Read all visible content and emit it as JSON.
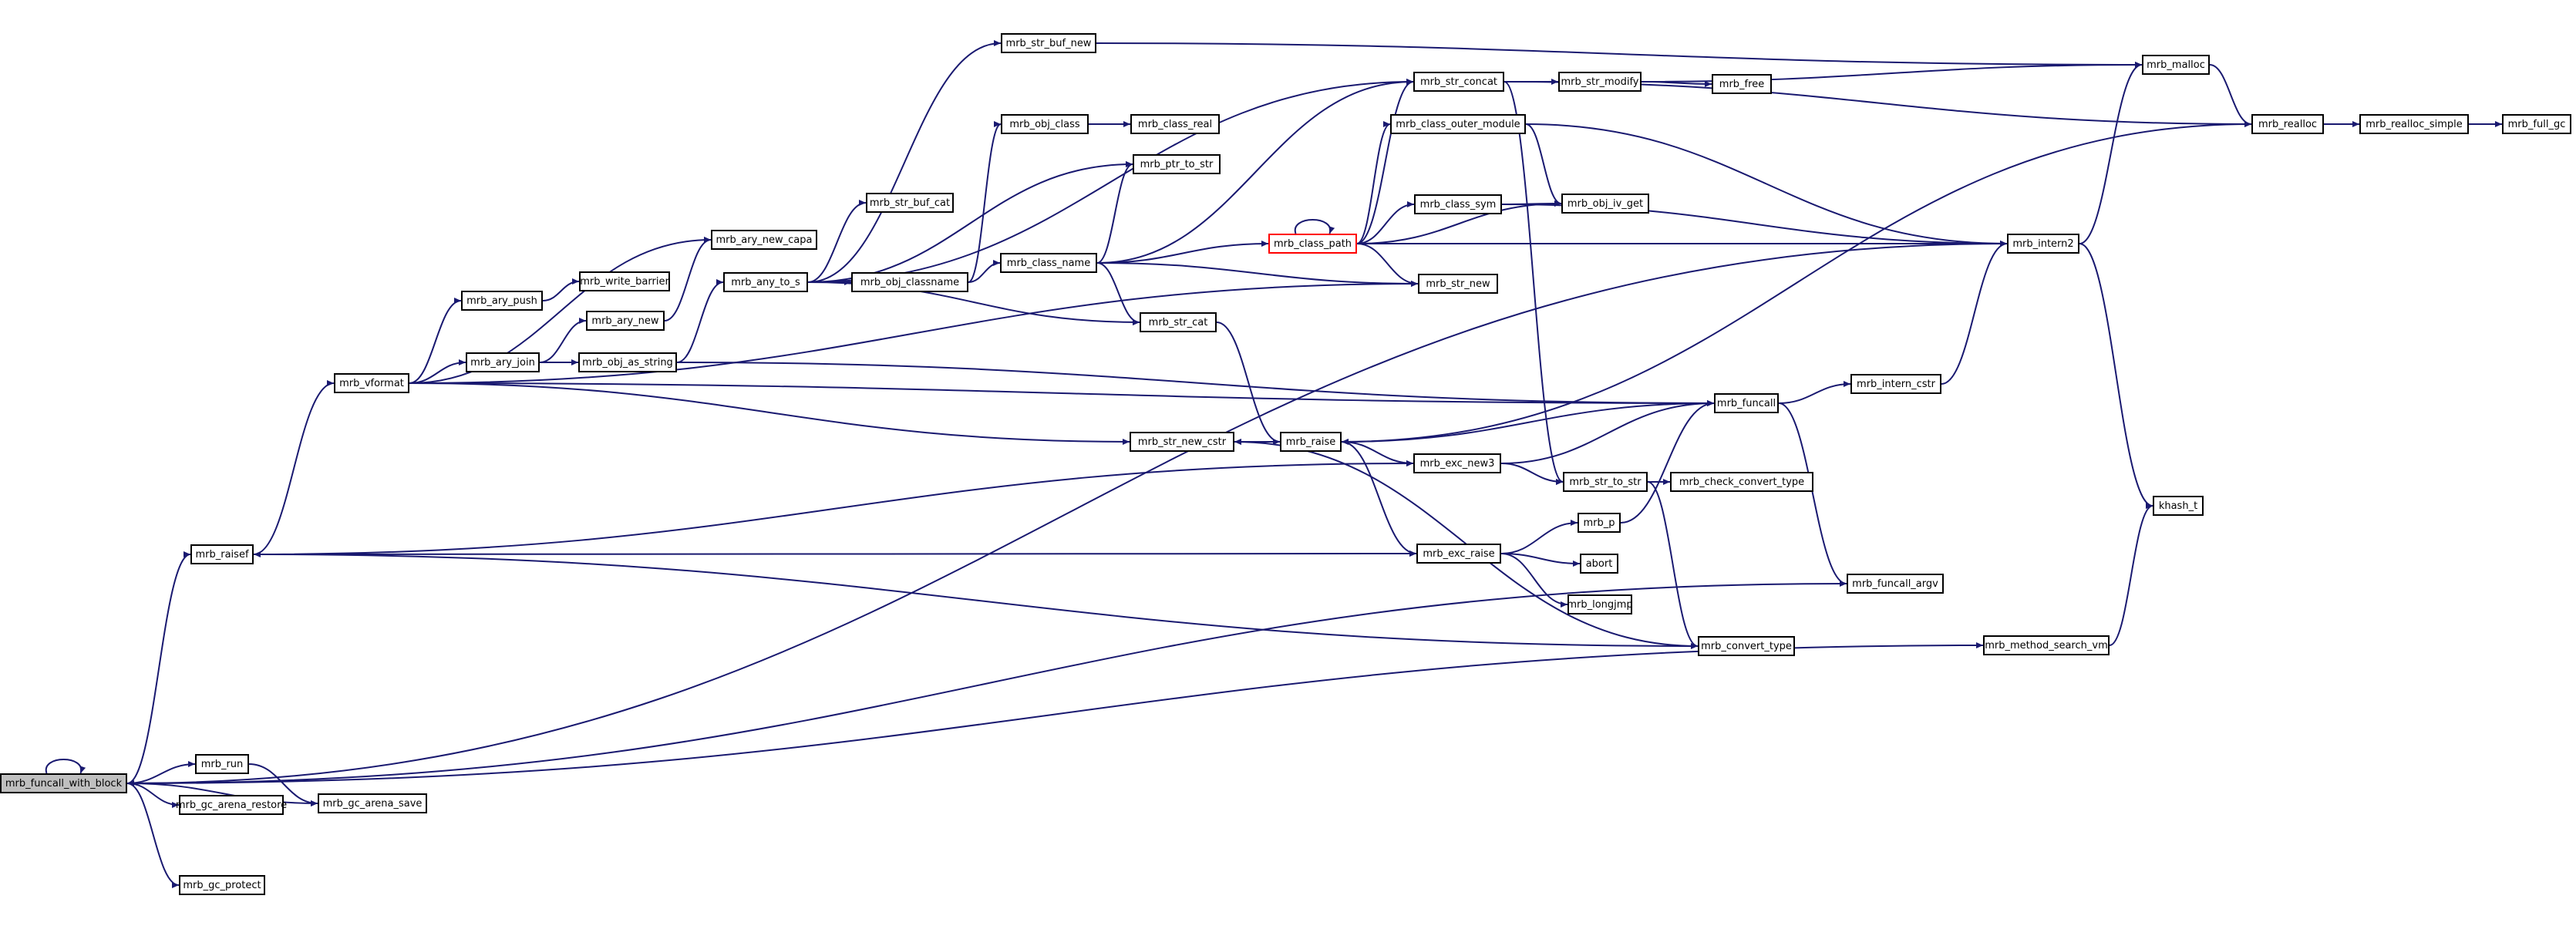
{
  "colors": {
    "edge": "#191970",
    "node_border": "#000000",
    "root_fill": "#bfbfbf",
    "truncated_border": "#ff0000"
  },
  "nodes": {
    "funcall_with_block": "mrb_funcall_with_block",
    "run": "mrb_run",
    "gc_arena_restore": "mrb_gc_arena_restore",
    "gc_arena_save": "mrb_gc_arena_save",
    "gc_protect": "mrb_gc_protect",
    "raisef": "mrb_raisef",
    "vformat": "mrb_vformat",
    "ary_push": "mrb_ary_push",
    "ary_join": "mrb_ary_join",
    "ary_new_capa": "mrb_ary_new_capa",
    "write_barrier": "mrb_write_barrier",
    "ary_new": "mrb_ary_new",
    "obj_as_string": "mrb_obj_as_string",
    "any_to_s": "mrb_any_to_s",
    "str_buf_new": "mrb_str_buf_new",
    "str_buf_cat": "mrb_str_buf_cat",
    "obj_classname": "mrb_obj_classname",
    "obj_class": "mrb_obj_class",
    "class_real": "mrb_class_real",
    "ptr_to_str": "mrb_ptr_to_str",
    "class_name": "mrb_class_name",
    "str_cat": "mrb_str_cat",
    "str_new_cstr": "mrb_str_new_cstr",
    "raise": "mrb_raise",
    "class_path": "mrb_class_path",
    "str_concat": "mrb_str_concat",
    "class_outer_module": "mrb_class_outer_module",
    "class_sym": "mrb_class_sym",
    "str_new": "mrb_str_new",
    "exc_new3": "mrb_exc_new3",
    "exc_raise": "mrb_exc_raise",
    "p": "mrb_p",
    "abort": "abort",
    "longjmp": "mrb_longjmp",
    "str_modify": "mrb_str_modify",
    "free": "mrb_free",
    "obj_iv_get": "mrb_obj_iv_get",
    "str_to_str": "mrb_str_to_str",
    "check_convert_type": "mrb_check_convert_type",
    "convert_type": "mrb_convert_type",
    "funcall": "mrb_funcall",
    "funcall_argv": "mrb_funcall_argv",
    "intern_cstr": "mrb_intern_cstr",
    "intern2": "mrb_intern2",
    "malloc": "mrb_malloc",
    "realloc": "mrb_realloc",
    "realloc_simple": "mrb_realloc_simple",
    "full_gc": "mrb_full_gc",
    "khash_t": "khash_t",
    "method_search_vm": "mrb_method_search_vm"
  },
  "edges": [
    [
      "funcall_with_block",
      "funcall_with_block"
    ],
    [
      "funcall_with_block",
      "run"
    ],
    [
      "funcall_with_block",
      "gc_arena_restore"
    ],
    [
      "funcall_with_block",
      "gc_arena_save"
    ],
    [
      "funcall_with_block",
      "gc_protect"
    ],
    [
      "funcall_with_block",
      "raisef"
    ],
    [
      "funcall_with_block",
      "intern2"
    ],
    [
      "funcall_with_block",
      "method_search_vm"
    ],
    [
      "run",
      "gc_arena_save"
    ],
    [
      "raisef",
      "vformat"
    ],
    [
      "raisef",
      "exc_new3"
    ],
    [
      "raisef",
      "exc_raise"
    ],
    [
      "vformat",
      "ary_new_capa"
    ],
    [
      "vformat",
      "ary_push"
    ],
    [
      "vformat",
      "ary_join"
    ],
    [
      "vformat",
      "str_new"
    ],
    [
      "vformat",
      "str_new_cstr"
    ],
    [
      "vformat",
      "funcall"
    ],
    [
      "ary_push",
      "write_barrier"
    ],
    [
      "ary_join",
      "ary_new"
    ],
    [
      "ary_join",
      "obj_as_string"
    ],
    [
      "ary_new",
      "ary_new_capa"
    ],
    [
      "obj_as_string",
      "any_to_s"
    ],
    [
      "obj_as_string",
      "funcall"
    ],
    [
      "any_to_s",
      "str_buf_new"
    ],
    [
      "any_to_s",
      "str_buf_cat"
    ],
    [
      "any_to_s",
      "str_concat"
    ],
    [
      "any_to_s",
      "ptr_to_str"
    ],
    [
      "any_to_s",
      "obj_classname"
    ],
    [
      "any_to_s",
      "str_cat"
    ],
    [
      "obj_classname",
      "obj_class"
    ],
    [
      "obj_classname",
      "class_name"
    ],
    [
      "obj_class",
      "class_real"
    ],
    [
      "class_name",
      "ptr_to_str"
    ],
    [
      "class_name",
      "str_concat"
    ],
    [
      "class_name",
      "class_path"
    ],
    [
      "class_name",
      "str_new"
    ],
    [
      "class_name",
      "str_cat"
    ],
    [
      "str_cat",
      "raise"
    ],
    [
      "str_buf_new",
      "malloc"
    ],
    [
      "raise",
      "str_new_cstr"
    ],
    [
      "raise",
      "exc_new3"
    ],
    [
      "raise",
      "exc_raise"
    ],
    [
      "str_new_cstr",
      "raise"
    ],
    [
      "class_path",
      "class_path"
    ],
    [
      "class_path",
      "str_concat"
    ],
    [
      "class_path",
      "class_outer_module"
    ],
    [
      "class_path",
      "class_sym"
    ],
    [
      "class_path",
      "str_new"
    ],
    [
      "class_path",
      "obj_iv_get"
    ],
    [
      "class_path",
      "intern2"
    ],
    [
      "str_concat",
      "str_modify"
    ],
    [
      "str_concat",
      "realloc"
    ],
    [
      "str_concat",
      "str_to_str"
    ],
    [
      "str_modify",
      "free"
    ],
    [
      "str_modify",
      "malloc"
    ],
    [
      "class_outer_module",
      "obj_iv_get"
    ],
    [
      "class_outer_module",
      "intern2"
    ],
    [
      "class_sym",
      "obj_iv_get"
    ],
    [
      "class_sym",
      "intern2"
    ],
    [
      "exc_new3",
      "str_to_str"
    ],
    [
      "exc_new3",
      "funcall"
    ],
    [
      "exc_raise",
      "p"
    ],
    [
      "exc_raise",
      "abort"
    ],
    [
      "exc_raise",
      "longjmp"
    ],
    [
      "p",
      "funcall"
    ],
    [
      "str_to_str",
      "check_convert_type"
    ],
    [
      "str_to_str",
      "convert_type"
    ],
    [
      "convert_type",
      "raisef"
    ],
    [
      "convert_type",
      "str_new_cstr"
    ],
    [
      "funcall",
      "raise"
    ],
    [
      "funcall",
      "intern_cstr"
    ],
    [
      "funcall",
      "funcall_argv"
    ],
    [
      "funcall_argv",
      "funcall_with_block"
    ],
    [
      "intern_cstr",
      "intern2"
    ],
    [
      "intern2",
      "malloc"
    ],
    [
      "intern2",
      "khash_t"
    ],
    [
      "malloc",
      "realloc"
    ],
    [
      "realloc",
      "realloc_simple"
    ],
    [
      "realloc",
      "raise"
    ],
    [
      "realloc_simple",
      "full_gc"
    ],
    [
      "method_search_vm",
      "khash_t"
    ]
  ]
}
